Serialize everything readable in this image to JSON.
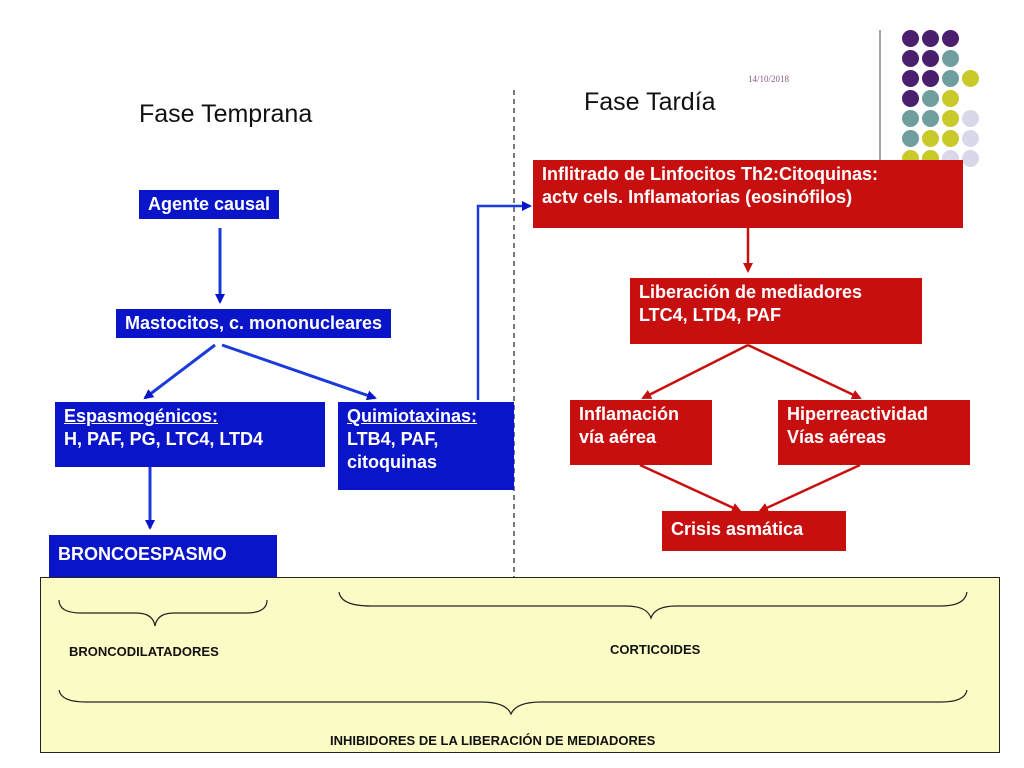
{
  "date": "14/10/2018",
  "headings": {
    "early": "Fase Temprana",
    "late": "Fase Tardía"
  },
  "early": {
    "agent": "Agente causal",
    "mast": "Mastocitos, c. mononucleares",
    "espasmo_title": "Espasmogénicos:",
    "espasmo_body": "H, PAF, PG, LTC4, LTD4",
    "quimio_title": "Quimiotaxinas:",
    "quimio_line1": "LTB4, PAF,",
    "quimio_line2": "citoquinas",
    "bronco": "BRONCOESPASMO"
  },
  "late": {
    "infiltrado_line1": "Inflitrado de Linfocitos Th2:Citoquinas:",
    "infiltrado_line2": "actv cels. Inflamatorias (eosinófilos)",
    "liberacion_line1": "Liberación de mediadores",
    "liberacion_line2": "LTC4, LTD4, PAF",
    "inflamacion_line1": "Inflamación",
    "inflamacion_line2": "vía aérea",
    "hiper_line1": "Hiperreactividad",
    "hiper_line2": "Vías aéreas",
    "crisis": "Crisis asmática"
  },
  "treatments": {
    "broncodilatadores": "BRONCODILATADORES",
    "corticoides": "CORTICOIDES",
    "inhibidores": "INHIBIDORES DE LA LIBERACIÓN DE MEDIADORES"
  },
  "colors": {
    "blue_box": "#0a14c8",
    "red_box": "#c80f0f",
    "panel": "#fbfbc5",
    "dot_purple": "#4a1f6e",
    "dot_teal": "#6e9e9e",
    "dot_olive": "#c9c92a",
    "dot_lavender": "#d8d8ea"
  }
}
